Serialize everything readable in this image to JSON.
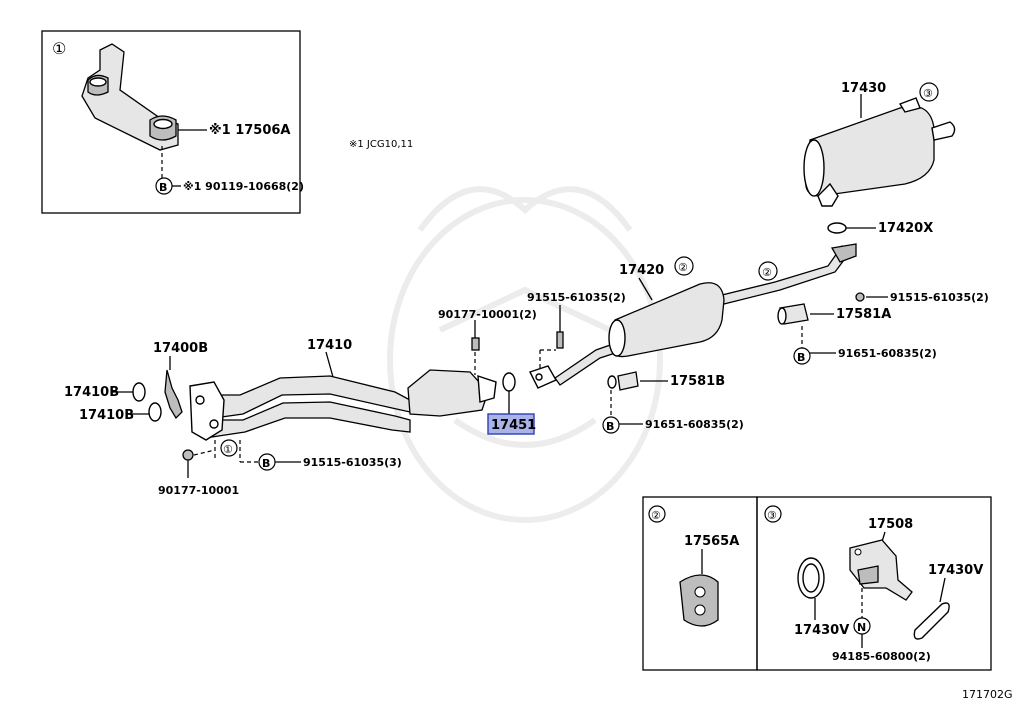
{
  "diagram_id": "171702G",
  "note": "※1 JCG10,11",
  "markers": {
    "c1": "①",
    "c2": "②",
    "c3": "③",
    "b": "B",
    "n": "N"
  },
  "inset1": {
    "bracket_label": "※1 17506A",
    "bolt_label": "※1 90119-10668(2)"
  },
  "labels": {
    "p17430": "17430",
    "p17420X": "17420X",
    "p17420": "17420",
    "p91515_right": "91515-61035(2)",
    "p17581A": "17581A",
    "p91651_right": "91651-60835(2)",
    "p91515_mid": "91515-61035(2)",
    "p90177_top": "90177-10001(2)",
    "p17400B": "17400B",
    "p17410": "17410",
    "p17410B_1": "17410B",
    "p17410B_2": "17410B",
    "p17451": "17451",
    "p17581B": "17581B",
    "p91651_mid": "91651-60835(2)",
    "p91515_bottom": "91515-61035(3)",
    "p90177_bottom": "90177-10001"
  },
  "inset2": {
    "part": "17565A"
  },
  "inset3": {
    "p17508": "17508",
    "p17430V_right": "17430V",
    "p17430V_left": "17430V",
    "p94185": "94185-60800(2)"
  },
  "colors": {
    "highlight_fill": "#a9b3e8",
    "highlight_stroke": "#2a3fb8"
  }
}
